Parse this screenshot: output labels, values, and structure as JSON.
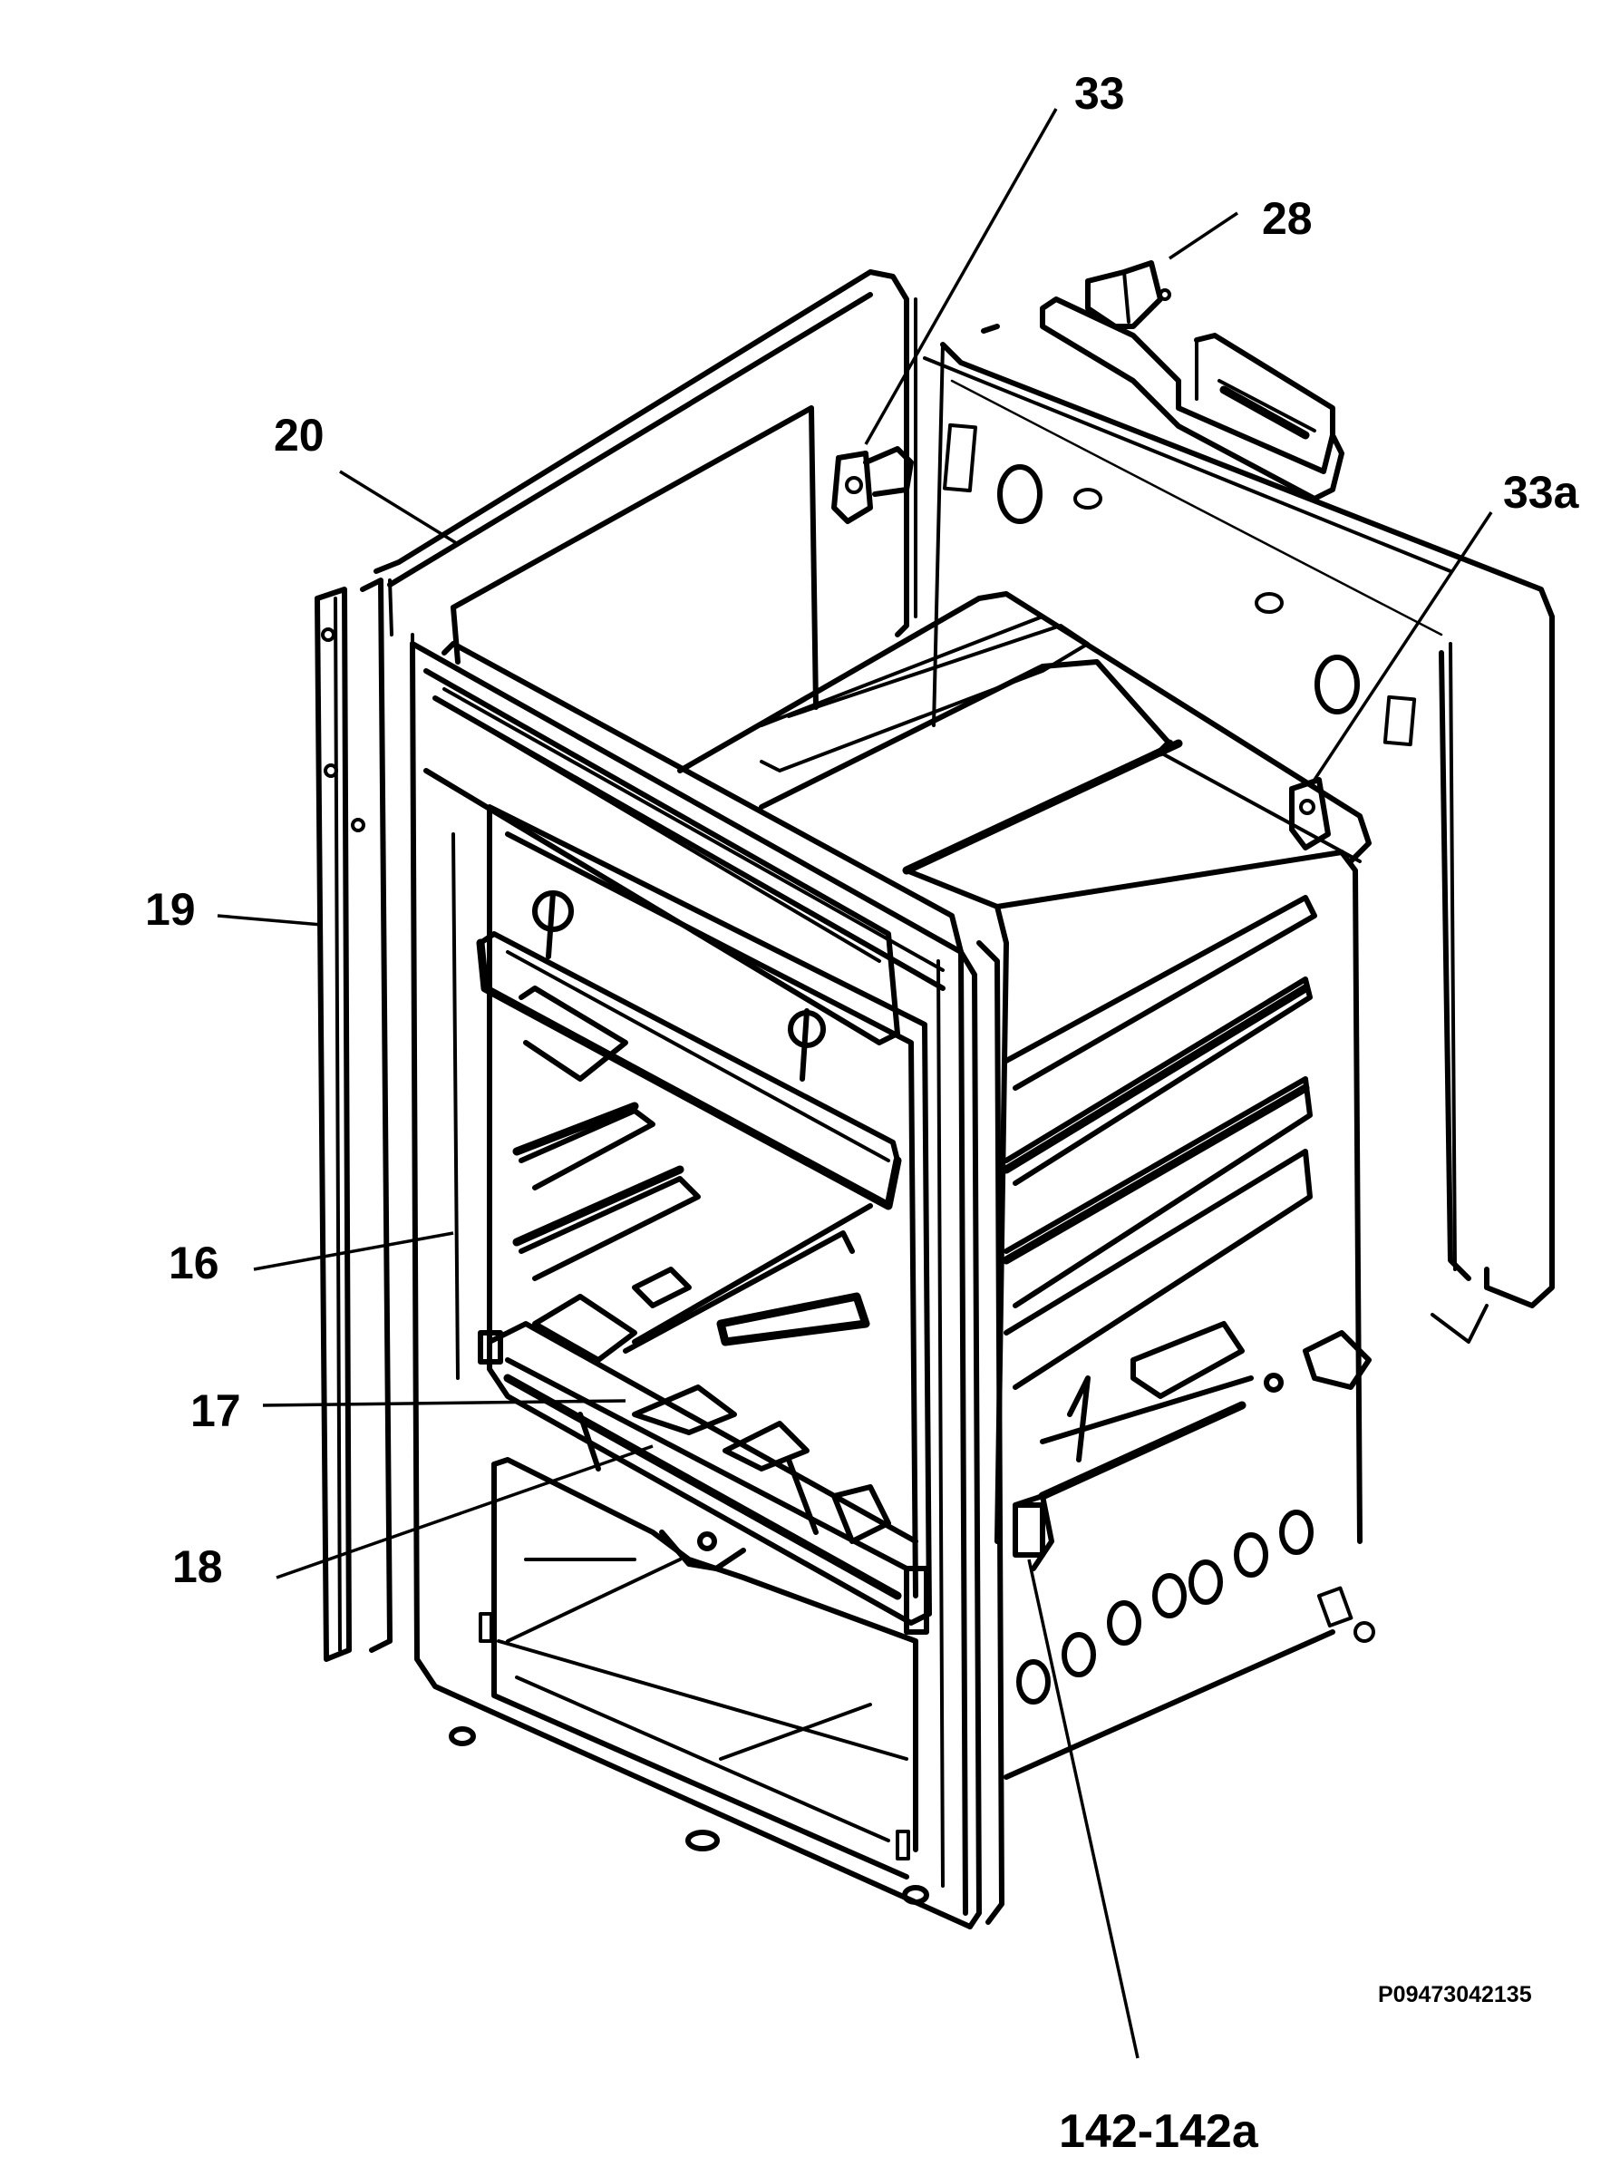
{
  "diagram": {
    "callouts": {
      "c33": "33",
      "c28": "28",
      "c20": "20",
      "c33a": "33a",
      "c19": "19",
      "c16": "16",
      "c17": "17",
      "c18": "18",
      "c142": "142-142a"
    },
    "drawing_code": "P09473042135"
  }
}
